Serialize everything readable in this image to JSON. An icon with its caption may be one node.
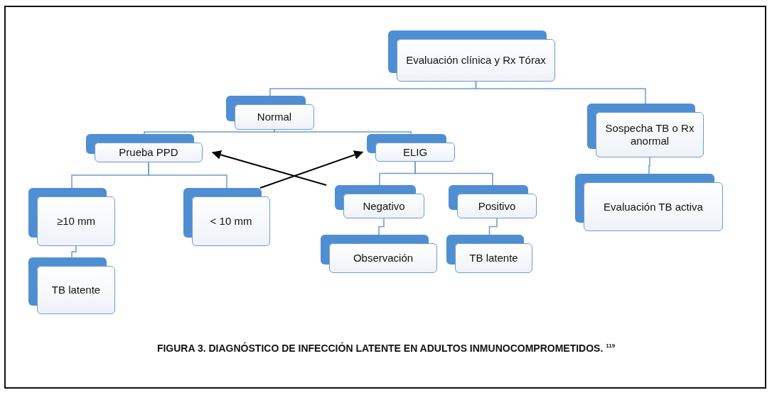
{
  "diagram": {
    "caption": "FIGURA 3. DIAGNÓSTICO DE INFECCIÓN LATENTE EN ADULTOS INMUNOCOMPROMETIDOS. $^{119}$",
    "nodes": [
      {
        "text": [
          "Evaluación clínica y Rx Tórax"
        ]
      },
      {
        "text": [
          "Normal"
        ]
      },
      {
        "text": [
          "Sospecha TB o Rx anormal"
        ]
      },
      {
        "text": [
          "Prueba PPD"
        ]
      },
      {
        "text": [
          "ELIG"
        ]
      },
      {
        "text": [
          "≥10 mm"
        ]
      },
      {
        "text": [
          "< 10 mm"
        ]
      },
      {
        "text": [
          "Negativo"
        ]
      },
      {
        "text": [
          "Positivo"
        ]
      },
      {
        "text": [
          "Evaluación TB activa"
        ]
      },
      {
        "text": [
          "TB latente"
        ]
      },
      {
        "text": [
          "Observación"
        ]
      },
      {
        "text": [
          "TB latente"
        ]
      }
    ],
    "edges": [
      {
        "from": 0,
        "to": 1,
        "arrow": "none"
      },
      {
        "from": 0,
        "to": 2,
        "arrow": "none"
      },
      {
        "from": 1,
        "to": 3,
        "arrow": "none"
      },
      {
        "from": 1,
        "to": 4,
        "arrow": "none"
      },
      {
        "from": 2,
        "to": 9,
        "arrow": "none"
      },
      {
        "from": 3,
        "to": 5,
        "arrow": "none"
      },
      {
        "from": 3,
        "to": 6,
        "arrow": "none"
      },
      {
        "from": 4,
        "to": 7,
        "arrow": "none"
      },
      {
        "from": 4,
        "to": 8,
        "arrow": "none"
      },
      {
        "from": 5,
        "to": 10,
        "arrow": "none"
      },
      {
        "from": 7,
        "to": 11,
        "arrow": "none"
      },
      {
        "from": 8,
        "to": 12,
        "arrow": "none"
      },
      {
        "from": 6,
        "to": 4,
        "arrow": "to",
        "color": "#000000"
      },
      {
        "from": 7,
        "to": 3,
        "arrow": "to",
        "color": "#000000"
      }
    ]
  }
}
